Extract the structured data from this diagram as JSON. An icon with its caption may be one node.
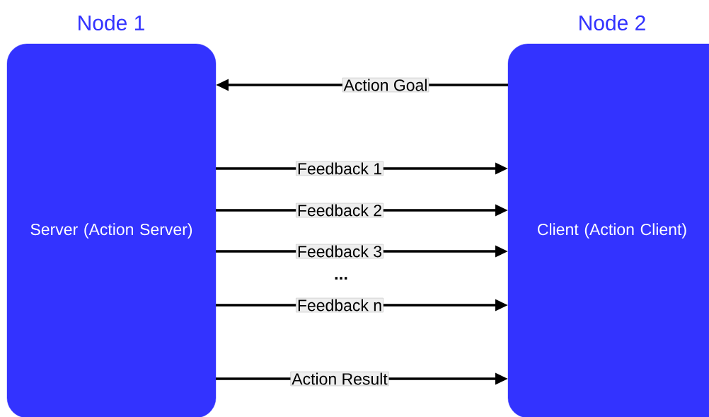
{
  "diagram": {
    "nodes": [
      {
        "text": [
          "Node 1",
          "Server (Action Server)"
        ]
      },
      {
        "text": [
          "Node 2",
          "Client (Action Client)"
        ]
      }
    ],
    "edges": [
      {
        "from": 1,
        "to": 0,
        "arrow": "to",
        "label": "Action Goal"
      },
      {
        "from": 0,
        "to": 1,
        "arrow": "to",
        "label": "Feedback 1"
      },
      {
        "from": 0,
        "to": 1,
        "arrow": "to",
        "label": "Feedback 2"
      },
      {
        "from": 0,
        "to": 1,
        "arrow": "to",
        "label": "Feedback 3"
      },
      {
        "from": 0,
        "to": 1,
        "arrow": "to",
        "label": "Feedback n"
      },
      {
        "from": 0,
        "to": 1,
        "arrow": "to",
        "label": "Action Result"
      }
    ],
    "labels": [
      "..."
    ]
  }
}
